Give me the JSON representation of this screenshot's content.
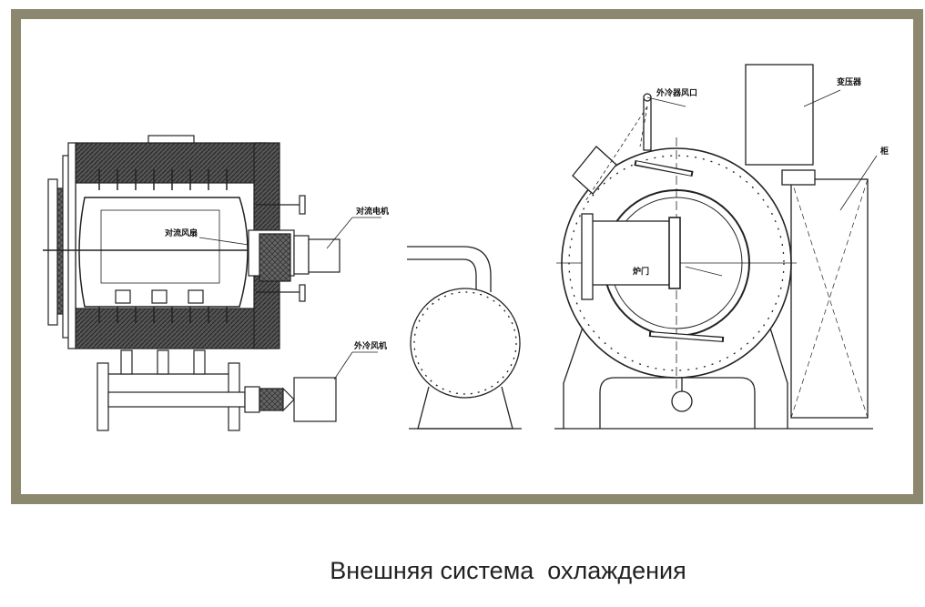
{
  "caption": "Внешняя система  охлаждения",
  "labels": {
    "convection_motor": "对流电机",
    "convection_fan": "对流风扇",
    "external_cooling_fan": "外冷风机",
    "external_cooling_air_inlet": "外冷器风口",
    "transformer": "变压器",
    "furnace_door": "炉门",
    "cut_off_char": "柜"
  },
  "colors": {
    "frame": "#8c876f",
    "line": "#222222",
    "hatch": "#333333"
  }
}
